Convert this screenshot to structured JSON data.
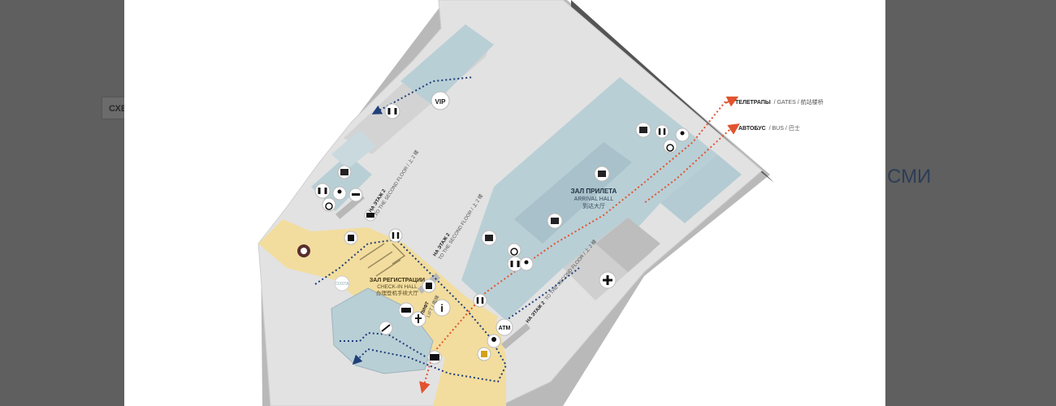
{
  "background": {
    "left_tab": "СХЕ",
    "right_title": "СМИ"
  },
  "map": {
    "labels": {
      "gates": "ТЕЛЕТРАПЫ",
      "gates_rest": "/ GATES / 航站楼桥",
      "bus": "АВТОБУС",
      "bus_rest": "/ BUS / 巴士",
      "arrival_ru": "ЗАЛ ПРИЛЕТА",
      "arrival_en": "ARRIVAL HALL",
      "arrival_cn": "到达大厅",
      "checkin_ru": "ЗАЛ РЕГИСТРАЦИИ",
      "checkin_en": "CHECK-IN HALL",
      "checkin_cn": "办理登机手续大厅",
      "second_floor_ru": "НА ЭТАЖ 2",
      "second_floor_en": "TO THE SECOND FLOOR / 上 2 楼",
      "lift_ru": "ЛИФТ",
      "lift_en": "LIFT / 电梯",
      "vip": "VIP",
      "atm": "ATM",
      "brand": "COSTA"
    },
    "colors": {
      "arrival_hall": "#b9cfd6",
      "checkin_hall": "#f2dd9e",
      "route_departure": "#1f3f7a",
      "route_arrival": "#e2532f",
      "building": "#dcdcdc"
    }
  }
}
